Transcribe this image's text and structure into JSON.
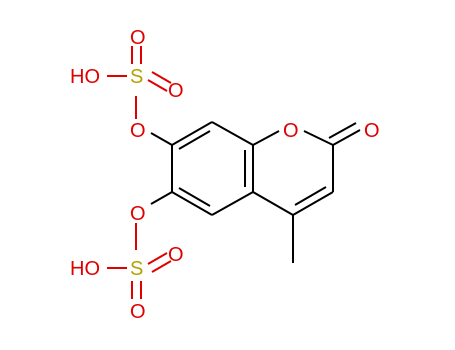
{
  "molecule": {
    "atoms": {
      "ho_top": "HO",
      "s_top": "S",
      "o_top_up": "O",
      "o_top_right": "O",
      "o_link_top": "O",
      "o_ring": "O",
      "o_carbonyl": "O",
      "o_link_bottom": "O",
      "ho_bottom": "HO",
      "s_bottom": "S",
      "o_bottom_right": "O",
      "o_bottom_down": "O"
    },
    "colors": {
      "oxygen": "#e00000",
      "sulfur": "#b3a300",
      "carbon": "#000000"
    }
  }
}
